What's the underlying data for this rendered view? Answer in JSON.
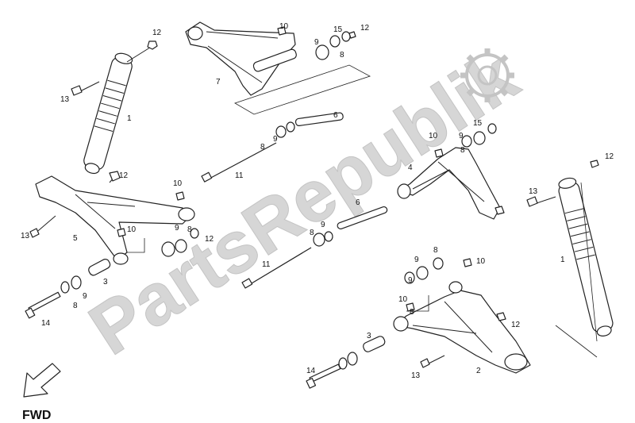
{
  "diagram": {
    "watermark_text": "PartsRepublik",
    "fwd_label": "FWD",
    "colors": {
      "line": "#222222",
      "watermark": "#d6d6d6"
    },
    "callouts": [
      {
        "id": "c-12-a",
        "text": "12"
      },
      {
        "id": "c-13-a",
        "text": "13"
      },
      {
        "id": "c-1-a",
        "text": "1"
      },
      {
        "id": "c-12-b",
        "text": "12"
      },
      {
        "id": "c-10-a",
        "text": "10"
      },
      {
        "id": "c-13-b",
        "text": "13"
      },
      {
        "id": "c-5",
        "text": "5"
      },
      {
        "id": "c-10-b",
        "text": "10"
      },
      {
        "id": "c-9-a",
        "text": "9"
      },
      {
        "id": "c-8-a",
        "text": "8"
      },
      {
        "id": "c-12-c",
        "text": "12"
      },
      {
        "id": "c-3-a",
        "text": "3"
      },
      {
        "id": "c-9-b",
        "text": "9"
      },
      {
        "id": "c-8-b",
        "text": "8"
      },
      {
        "id": "c-14-a",
        "text": "14"
      },
      {
        "id": "c-10-c",
        "text": "10"
      },
      {
        "id": "c-9-c",
        "text": "9"
      },
      {
        "id": "c-15-a",
        "text": "15"
      },
      {
        "id": "c-12-d",
        "text": "12"
      },
      {
        "id": "c-8-c",
        "text": "8"
      },
      {
        "id": "c-7",
        "text": "7"
      },
      {
        "id": "c-6-a",
        "text": "6"
      },
      {
        "id": "c-8-d",
        "text": "8"
      },
      {
        "id": "c-9-d",
        "text": "9"
      },
      {
        "id": "c-11-a",
        "text": "11"
      },
      {
        "id": "c-10-d",
        "text": "10"
      },
      {
        "id": "c-9-e",
        "text": "9"
      },
      {
        "id": "c-15-b",
        "text": "15"
      },
      {
        "id": "c-8-e",
        "text": "8"
      },
      {
        "id": "c-4",
        "text": "4"
      },
      {
        "id": "c-12-e",
        "text": "12"
      },
      {
        "id": "c-6-b",
        "text": "6"
      },
      {
        "id": "c-9-f",
        "text": "9"
      },
      {
        "id": "c-8-f",
        "text": "8"
      },
      {
        "id": "c-11-b",
        "text": "11"
      },
      {
        "id": "c-13-c",
        "text": "13"
      },
      {
        "id": "c-1-b",
        "text": "1"
      },
      {
        "id": "c-10-e",
        "text": "10"
      },
      {
        "id": "c-9-g",
        "text": "9"
      },
      {
        "id": "c-8-g",
        "text": "8"
      },
      {
        "id": "c-10-f",
        "text": "10"
      },
      {
        "id": "c-9-h",
        "text": "9"
      },
      {
        "id": "c-8-h",
        "text": "8"
      },
      {
        "id": "c-3-b",
        "text": "3"
      },
      {
        "id": "c-14-b",
        "text": "14"
      },
      {
        "id": "c-12-f",
        "text": "12"
      },
      {
        "id": "c-13-d",
        "text": "13"
      },
      {
        "id": "c-2",
        "text": "2"
      }
    ]
  }
}
